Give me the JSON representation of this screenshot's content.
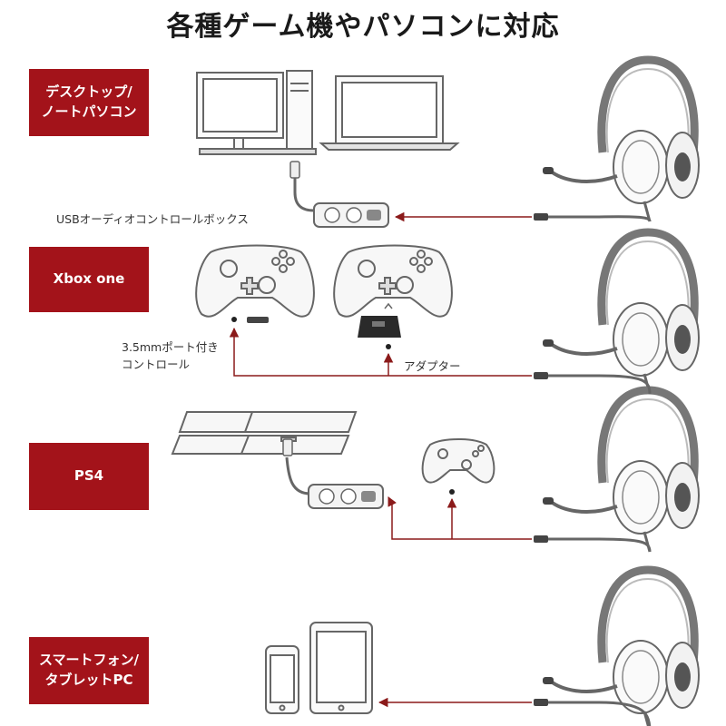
{
  "title": "各種ゲーム機やパソコンに対応",
  "colors": {
    "accent": "#a3131a",
    "line": "#8b1a1a",
    "device": "#666666"
  },
  "sections": [
    {
      "badge": [
        "デスクトップ/",
        "ノートパソコン"
      ]
    },
    {
      "badge": [
        "Xbox one"
      ]
    },
    {
      "badge": [
        "PS4"
      ]
    },
    {
      "badge": [
        "スマートフォン/",
        "タブレットPC"
      ]
    }
  ],
  "labels": {
    "usb_box": "USBオーディオコントロールボックス",
    "controller_port": [
      "3.5mmポート付き",
      "コントロール"
    ],
    "adapter": "アダプター"
  }
}
